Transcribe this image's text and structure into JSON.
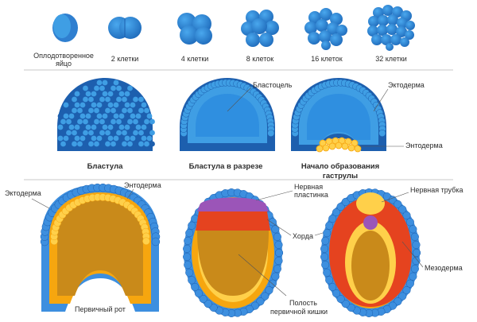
{
  "colors": {
    "cell_light": "#3f9ee4",
    "cell_dark": "#1d5fae",
    "cavity": "#2f8fe0",
    "ectoderm": "#3d8fdf",
    "endoderm_outer": "#f6a60f",
    "endoderm_inner": "#ffd04a",
    "gut": "#c98a1a",
    "mesoderm": "#e5431f",
    "neural_plate": "#9b55b8",
    "chord": "#9b55b8"
  },
  "row1": {
    "labels": [
      "Оплодотворенное яйцо",
      "2 клетки",
      "4 клетки",
      "8 клеток",
      "16 клеток",
      "32 клетки"
    ]
  },
  "row2": {
    "labels": {
      "blastula": "Бластула",
      "blastula_section": "Бластула в разрезе",
      "gastrula_start_line1": "Начало образования",
      "gastrula_start_line2": "гаструлы"
    },
    "annotations": {
      "blastocoel": "Бластоцель",
      "ectoderm": "Эктодерма",
      "endoderm": "Энтодерма"
    }
  },
  "row3": {
    "annotations": {
      "ectoderm": "Эктодерма",
      "endoderm": "Энтодерма",
      "primary_mouth": "Первичный рот",
      "neural_plate_line1": "Нервная",
      "neural_plate_line2": "пластинка",
      "chord": "Хорда",
      "gut_cavity_line1": "Полость",
      "gut_cavity_line2": "первичной кишки",
      "neural_tube": "Нервная трубка",
      "mesoderm": "Мезодерма"
    }
  }
}
